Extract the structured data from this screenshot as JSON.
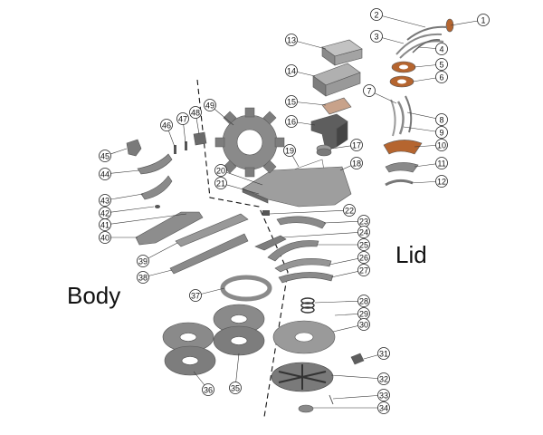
{
  "regions": {
    "lid": "Lid",
    "body": "Body"
  },
  "parts": [
    "1",
    "2",
    "3",
    "4",
    "5",
    "6",
    "7",
    "8",
    "9",
    "10",
    "11",
    "12",
    "13",
    "14",
    "15",
    "16",
    "17",
    "18",
    "19",
    "20",
    "21",
    "22",
    "23",
    "24",
    "25",
    "26",
    "27",
    "28",
    "29",
    "30",
    "31",
    "32",
    "33",
    "34",
    "35",
    "36",
    "37",
    "38",
    "39",
    "40",
    "41",
    "42",
    "43",
    "44",
    "45",
    "46",
    "47",
    "48",
    "49"
  ],
  "colors": {
    "metal": "#8c8c8c",
    "metal_dark": "#6f6f6f",
    "metal_light": "#b8b8b8",
    "copper": "#b5652f",
    "line": "#222222"
  }
}
